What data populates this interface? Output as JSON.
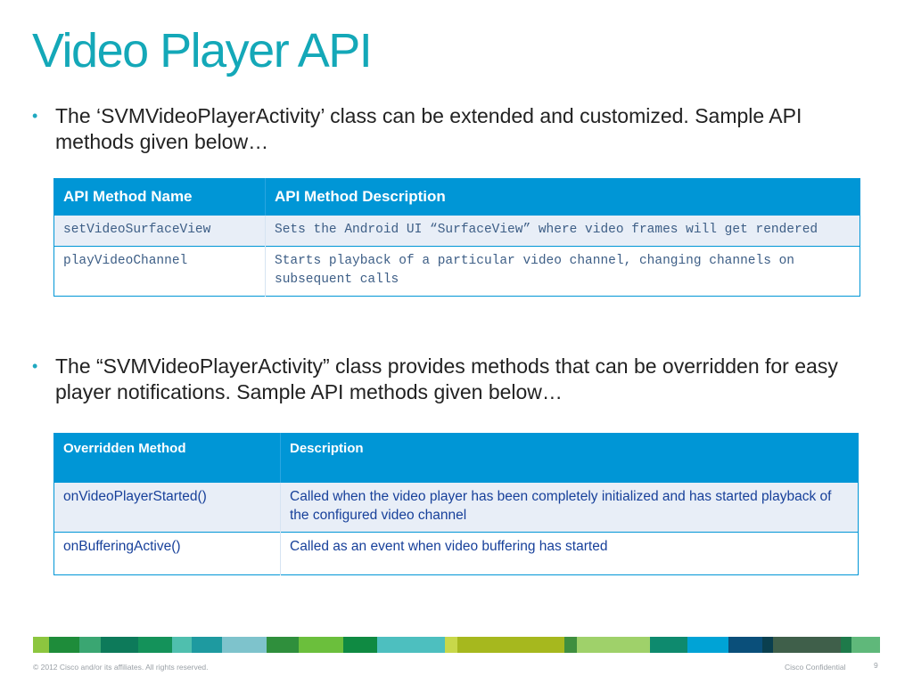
{
  "title": "Video Player API",
  "bullets": [
    {
      "marker": "•",
      "text": "The ‘SVMVideoPlayerActivity’ class can be extended and customized. Sample API methods given below…"
    },
    {
      "marker": "•",
      "text": "The “SVMVideoPlayerActivity” class provides methods that can be overridden for easy player notifications. Sample API methods given below…"
    }
  ],
  "table1": {
    "headers": [
      "API Method Name",
      "API Method Description"
    ],
    "rows": [
      [
        "setVideoSurfaceView",
        "Sets the Android UI “SurfaceView” where video frames will get rendered"
      ],
      [
        "playVideoChannel",
        "Starts playback of a particular video channel, changing channels on subsequent calls"
      ]
    ]
  },
  "table2": {
    "headers": [
      "Overridden Method",
      "Description"
    ],
    "rows": [
      [
        "onVideoPlayerStarted()",
        "Called when the video player has been completely initialized and has started playback of the configured video channel"
      ],
      [
        "onBufferingActive()",
        "Called as an event when video buffering has started"
      ]
    ]
  },
  "strip_colors": [
    "#8cc63f",
    "#1e8c3a",
    "#3aa672",
    "#0d7a5a",
    "#14925a",
    "#4fbfae",
    "#1e9aa0",
    "#7ec3cc",
    "#2f8f3c",
    "#6bbf3c",
    "#0f8a42",
    "#4dbfbf",
    "#c8d84a",
    "#a6b81e",
    "#3f8f3f",
    "#9fd16a",
    "#0e8a6e",
    "#00a3d6",
    "#0a4f7a",
    "#0a3f4f",
    "#3f5f4a",
    "#1e7a4a",
    "#5fb87a"
  ],
  "footer": {
    "copyright": "© 2012 Cisco and/or its affiliates. All rights reserved.",
    "confidential": "Cisco Confidential",
    "page_number": "9"
  }
}
